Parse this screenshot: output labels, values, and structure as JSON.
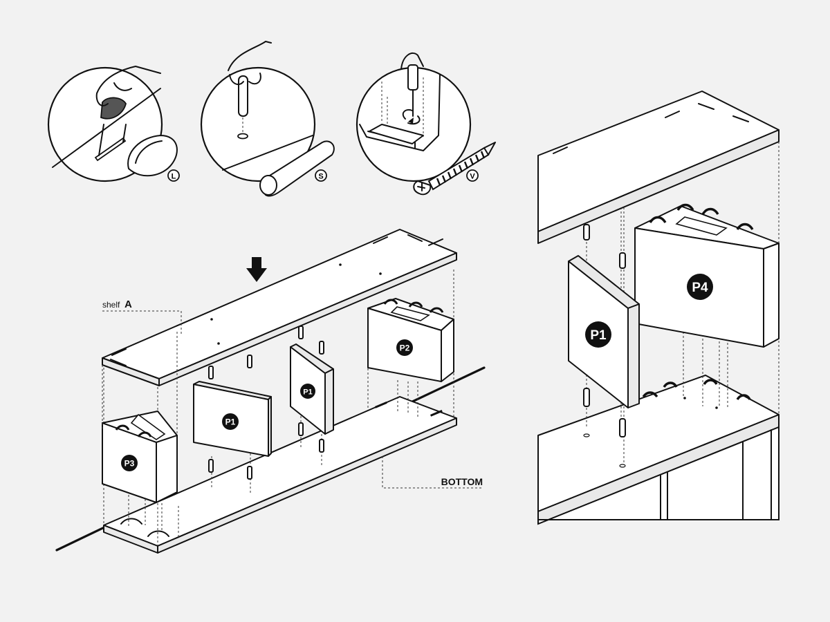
{
  "callouts": {
    "detail_l": "L",
    "detail_s": "S",
    "detail_v": "V"
  },
  "labels": {
    "shelf_prefix": "shelf",
    "shelf_letter": "A",
    "bottom": "BOTTOM"
  },
  "panels": {
    "p1": "P1",
    "p2": "P2",
    "p3": "P3",
    "p4": "P4"
  }
}
